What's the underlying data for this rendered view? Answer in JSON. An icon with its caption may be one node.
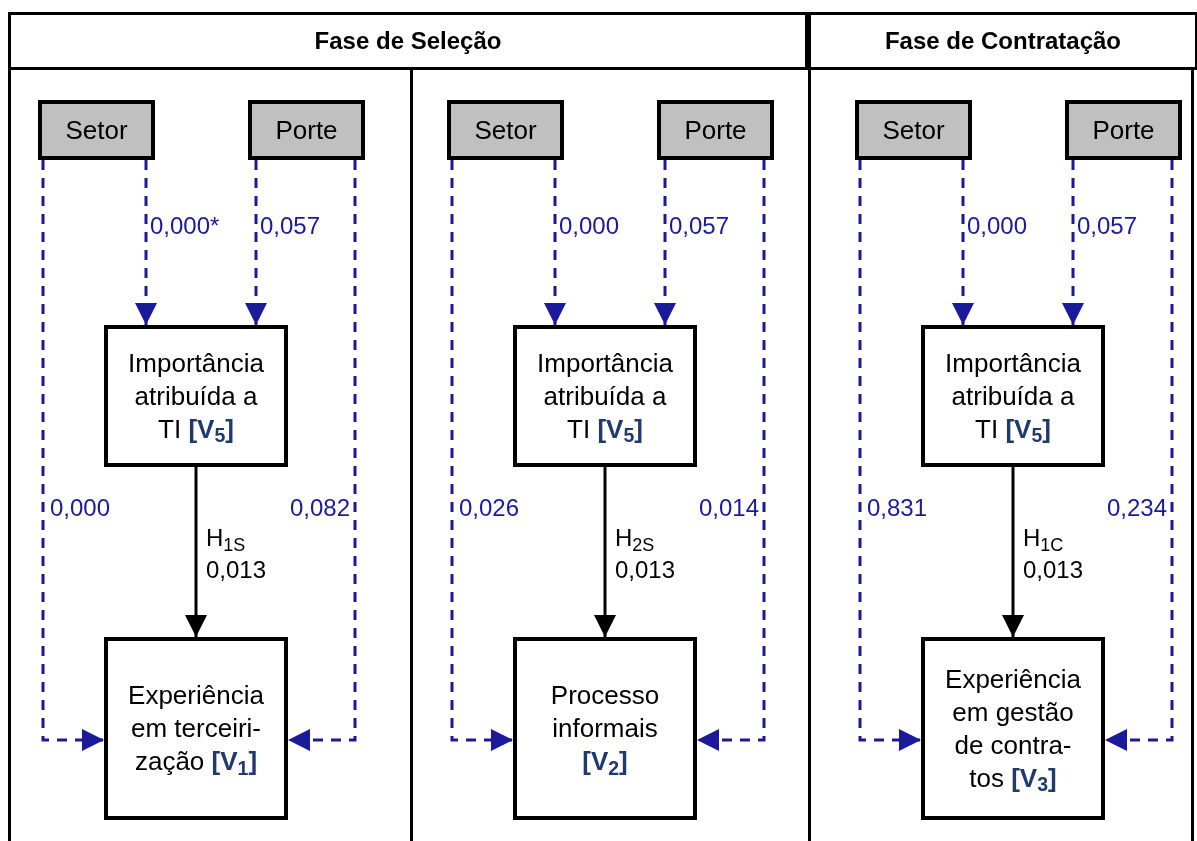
{
  "diagram": {
    "nodes": [
      {
        "text": [
          "Fase de Seleção"
        ]
      },
      {
        "text": [
          "Fase de Contratação"
        ]
      },
      {
        "text": [
          "Setor"
        ]
      },
      {
        "text": [
          "Porte"
        ]
      },
      {
        "text": [
          "Importância atribuída a TI **[V$_{5}$]**"
        ]
      },
      {
        "text": [
          "Experiência em terceiri- zação **[V$_{1}$]**"
        ]
      },
      {
        "text": [
          "Setor"
        ]
      },
      {
        "text": [
          "Porte"
        ]
      },
      {
        "text": [
          "Importância atribuída a TI **[V$_{5}$]**"
        ]
      },
      {
        "text": [
          "Processo informais **[V$_{2}$]**"
        ]
      },
      {
        "text": [
          "Setor"
        ]
      },
      {
        "text": [
          "Porte"
        ]
      },
      {
        "text": [
          "Importância atribuída a TI **[V$_{5}$]**"
        ]
      },
      {
        "text": [
          "Experiência em gestão de contra- tos **[V$_{3}$]**"
        ]
      }
    ],
    "edges": [
      {
        "from": 2,
        "to": 4,
        "arrow": "to",
        "label": "0,000*",
        "style": "dashed",
        "color": "#1a1a9a"
      },
      {
        "from": 3,
        "to": 4,
        "arrow": "to",
        "label": "0,057",
        "style": "dashed",
        "color": "#1a1a9a"
      },
      {
        "from": 2,
        "to": 5,
        "arrow": "to",
        "label": "0,000",
        "style": "dashed",
        "color": "#1a1a9a"
      },
      {
        "from": 3,
        "to": 5,
        "arrow": "to",
        "label": "0,082",
        "style": "dashed",
        "color": "#1a1a9a"
      },
      {
        "from": 4,
        "to": 5,
        "arrow": "to",
        "label": "H$_{1S}$ 0,013",
        "color": "#000000"
      },
      {
        "from": 6,
        "to": 8,
        "arrow": "to",
        "label": "0,000",
        "style": "dashed",
        "color": "#1a1a9a"
      },
      {
        "from": 7,
        "to": 8,
        "arrow": "to",
        "label": "0,057",
        "style": "dashed",
        "color": "#1a1a9a"
      },
      {
        "from": 6,
        "to": 9,
        "arrow": "to",
        "label": "0,026",
        "style": "dashed",
        "color": "#1a1a9a"
      },
      {
        "from": 7,
        "to": 9,
        "arrow": "to",
        "label": "0,014",
        "style": "dashed",
        "color": "#1a1a9a"
      },
      {
        "from": 8,
        "to": 9,
        "arrow": "to",
        "label": "H$_{2S}$ 0,013",
        "color": "#000000"
      },
      {
        "from": 10,
        "to": 12,
        "arrow": "to",
        "label": "0,000",
        "style": "dashed",
        "color": "#1a1a9a"
      },
      {
        "from": 11,
        "to": 12,
        "arrow": "to",
        "label": "0,057",
        "style": "dashed",
        "color": "#1a1a9a"
      },
      {
        "from": 10,
        "to": 13,
        "arrow": "to",
        "label": "0,831",
        "style": "dashed",
        "color": "#1a1a9a"
      },
      {
        "from": 11,
        "to": 13,
        "arrow": "to",
        "label": "0,234",
        "style": "dashed",
        "color": "#1a1a9a"
      },
      {
        "from": 12,
        "to": 13,
        "arrow": "to",
        "label": "H$_{1C}$ 0,013",
        "color": "#000000"
      }
    ]
  }
}
